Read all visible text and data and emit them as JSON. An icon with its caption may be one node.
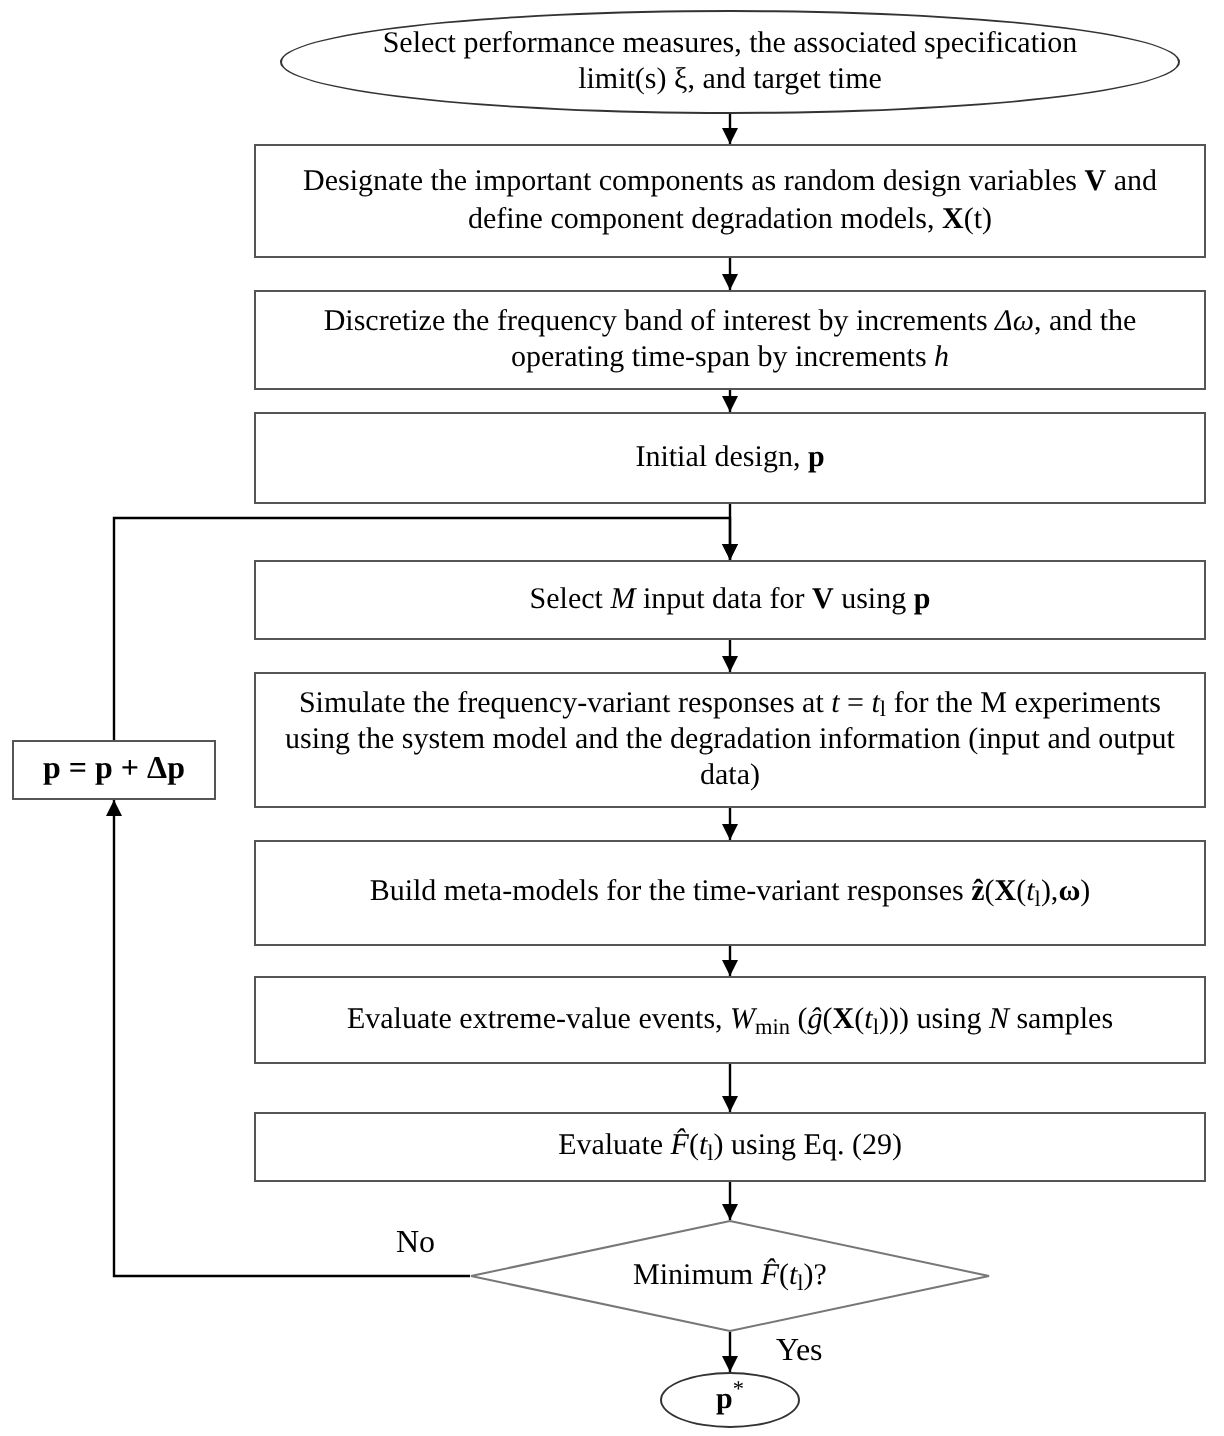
{
  "diagram": {
    "nodes": [
      {
        "text": [
          "Select performance measures, the associated specification limit(s) ξ, and target time"
        ]
      },
      {
        "text": [
          "Designate the important components as random design variables **V** and define component degradation models, **X**(t)"
        ]
      },
      {
        "text": [
          "Discretize the frequency band of interest by increments *Δω*, and the operating time-span by increments *h*"
        ]
      },
      {
        "text": [
          "Initial design, **p**"
        ]
      },
      {
        "text": [
          "Select *M* input data for **V** using **p**"
        ]
      },
      {
        "text": [
          "Simulate the frequency-variant responses at *t* = *t*$_{l}$ for the M experiments using the system model and the degradation information (input and output data)"
        ]
      },
      {
        "text": [
          "Build meta-models for the time-variant responses **ẑ**(**X**(*t*$_{l}$),**ω**)"
        ]
      },
      {
        "text": [
          "Evaluate extreme-value events, *W*$_{min}$ (*ĝ*(**X**(*t*$_{l}$))) using *N* samples"
        ]
      },
      {
        "text": [
          "Evaluate *F̂*(*t*$_{l}$) using Eq. (29)"
        ]
      },
      {
        "text": [
          "Minimum *F̂*(*t*$_{l}$)?"
        ]
      },
      {
        "text": [
          "**p**$^{*}$"
        ]
      },
      {
        "text": [
          "p = p + Δp"
        ]
      }
    ],
    "edges": [
      {
        "from": 0,
        "to": 1,
        "arrow": "to"
      },
      {
        "from": 1,
        "to": 2,
        "arrow": "to"
      },
      {
        "from": 2,
        "to": 3,
        "arrow": "to"
      },
      {
        "from": 3,
        "to": 4,
        "arrow": "to"
      },
      {
        "from": 4,
        "to": 5,
        "arrow": "to"
      },
      {
        "from": 5,
        "to": 6,
        "arrow": "to"
      },
      {
        "from": 6,
        "to": 7,
        "arrow": "to"
      },
      {
        "from": 7,
        "to": 8,
        "arrow": "to"
      },
      {
        "from": 8,
        "to": 9,
        "arrow": "to"
      },
      {
        "from": 9,
        "to": 10,
        "arrow": "to",
        "label": "Yes"
      },
      {
        "from": 9,
        "to": 11,
        "arrow": "to",
        "label": "No"
      },
      {
        "from": 11,
        "to": 4,
        "arrow": "to"
      }
    ]
  }
}
